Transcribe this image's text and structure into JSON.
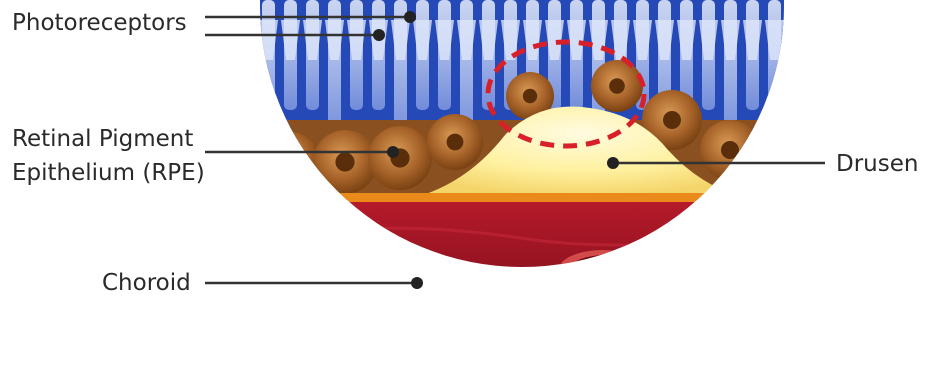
{
  "labels": {
    "photoreceptors": "Photoreceptors",
    "rpe_line1": "Retinal Pigment",
    "rpe_line2": "Epithelium (RPE)",
    "drusen": "Drusen",
    "choroid": "Choroid"
  },
  "colors": {
    "photoreceptor_blue": "#2f55c8",
    "rpe_brown": "#a8642a",
    "drusen_yellow": "#fff3a8",
    "bruchs_orange": "#e98a1a",
    "choroid_red": "#a01525",
    "highlight_red": "#d8202a",
    "leader_line": "#333333"
  }
}
